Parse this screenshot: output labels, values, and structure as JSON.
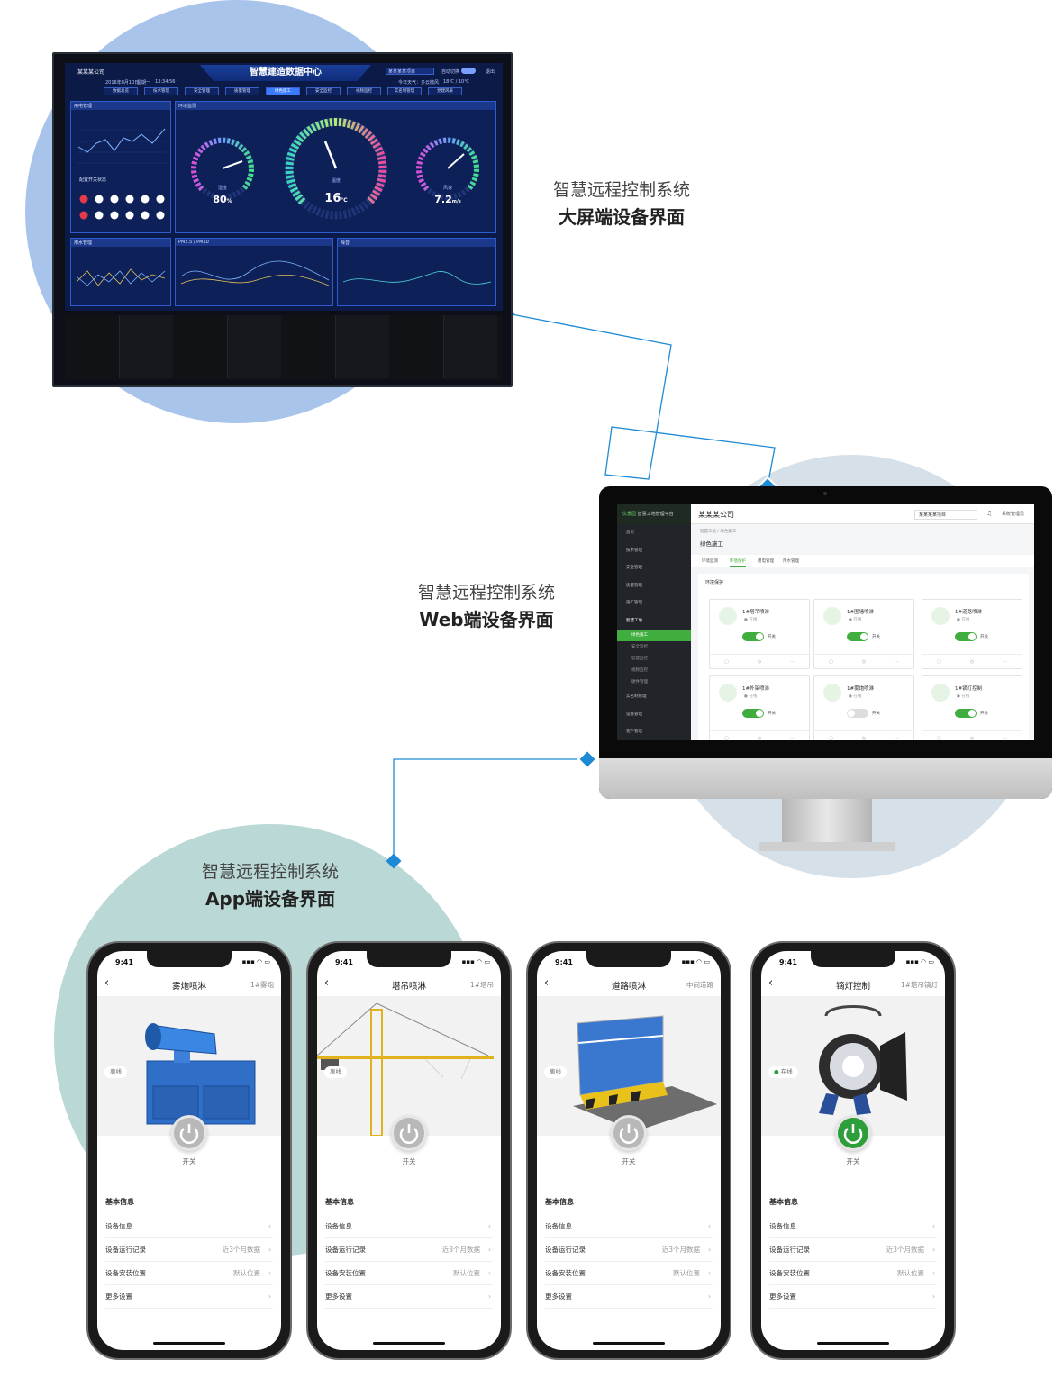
{
  "captions": {
    "bigscreen": {
      "line1": "智慧远程控制系统",
      "line2": "大屏端设备界面"
    },
    "web": {
      "line1": "智慧远程控制系统",
      "line2": "Web端设备界面"
    },
    "app": {
      "line1": "智慧远程控制系统",
      "line2": "App端设备界面"
    }
  },
  "colors": {
    "accent_green": "#3fae3f",
    "connector_blue": "#1e8ad6",
    "circle_blue": "#a9c4ea",
    "circle_grey": "#d6e0e8",
    "circle_teal": "#b9d8d6"
  },
  "bigscreen": {
    "company": "某某某公司",
    "title": "智慧建造数据中心",
    "date": "2016年8月10日",
    "weekday": "星期一",
    "time": "13:34:56",
    "weather_label": "今日天气：",
    "weather": "多云微风",
    "temp_range": "18℃ / 10℃",
    "project_select": "某某某某项目",
    "auto_switch": "自动切换",
    "exit": "退出",
    "tabs": [
      "数据总览",
      "技术管理",
      "安全管理",
      "质量管理",
      "绿色施工",
      "安全监控",
      "视频监控",
      "实名制管理",
      "党建风采"
    ],
    "active_tab": 4,
    "panels": {
      "power": "用电管理",
      "env": "环境监测",
      "water": "用水管理",
      "pm": "PM2.5 / PM10",
      "noise": "噪音",
      "switch_status": "配置开关状态"
    },
    "gauges": {
      "humidity": {
        "label": "湿度",
        "value": "80",
        "unit": "%",
        "level": 0.8
      },
      "temperature": {
        "label": "温度",
        "value": "16",
        "unit": "℃",
        "level": 0.52
      },
      "wind": {
        "label": "风速",
        "value": "7.2",
        "unit": "m/s",
        "level": 0.6
      }
    }
  },
  "web": {
    "logo": "优景园",
    "platform": "智慧工地管理平台",
    "company": "某某某公司",
    "project": "某某某某项目",
    "user": "系统管理员",
    "breadcrumb": "智慧工地 / 绿色施工",
    "page_title": "绿色施工",
    "tabs": [
      "环境监测",
      "环境保护",
      "用电管理",
      "用水管理"
    ],
    "active_tab": 1,
    "section": "环境保护",
    "menu": [
      "首页",
      "技术管理",
      "安全管理",
      "质量管理",
      "施工管理",
      "智慧工地"
    ],
    "submenu": [
      "绿色施工",
      "安全监控",
      "智慧监控",
      "视频监控",
      "硬件管理"
    ],
    "menu_after": [
      "实名制管理",
      "设备管理",
      "客户管理"
    ],
    "status_online": "● 在线",
    "switch_label": "开关",
    "devices": [
      {
        "name": "1#塔吊喷淋",
        "on": true
      },
      {
        "name": "1#围墙喷淋",
        "on": true
      },
      {
        "name": "1#道路喷淋",
        "on": true
      },
      {
        "name": "1#外架喷淋",
        "on": true
      },
      {
        "name": "1#雾炮喷淋",
        "on": false
      },
      {
        "name": "1#镝灯控制",
        "on": true
      }
    ]
  },
  "phones": [
    {
      "time": "9:41",
      "title": "雾炮喷淋",
      "subtitle": "1#雾炮",
      "status": "离线",
      "power_on": false
    },
    {
      "time": "9:41",
      "title": "塔吊喷淋",
      "subtitle": "1#塔吊",
      "status": "离线",
      "power_on": false
    },
    {
      "time": "9:41",
      "title": "道路喷淋",
      "subtitle": "中间道路",
      "status": "离线",
      "power_on": false
    },
    {
      "time": "9:41",
      "title": "镝灯控制",
      "subtitle": "1#塔吊镝灯",
      "status": "在线",
      "power_on": true
    }
  ],
  "phone_common": {
    "power_label": "开关",
    "section": "基本信息",
    "rows": [
      {
        "label": "设备信息",
        "value": ""
      },
      {
        "label": "设备运行记录",
        "value": "近3个月数据"
      },
      {
        "label": "设备安装位置",
        "value": "默认位置"
      },
      {
        "label": "更多设置",
        "value": ""
      }
    ]
  }
}
